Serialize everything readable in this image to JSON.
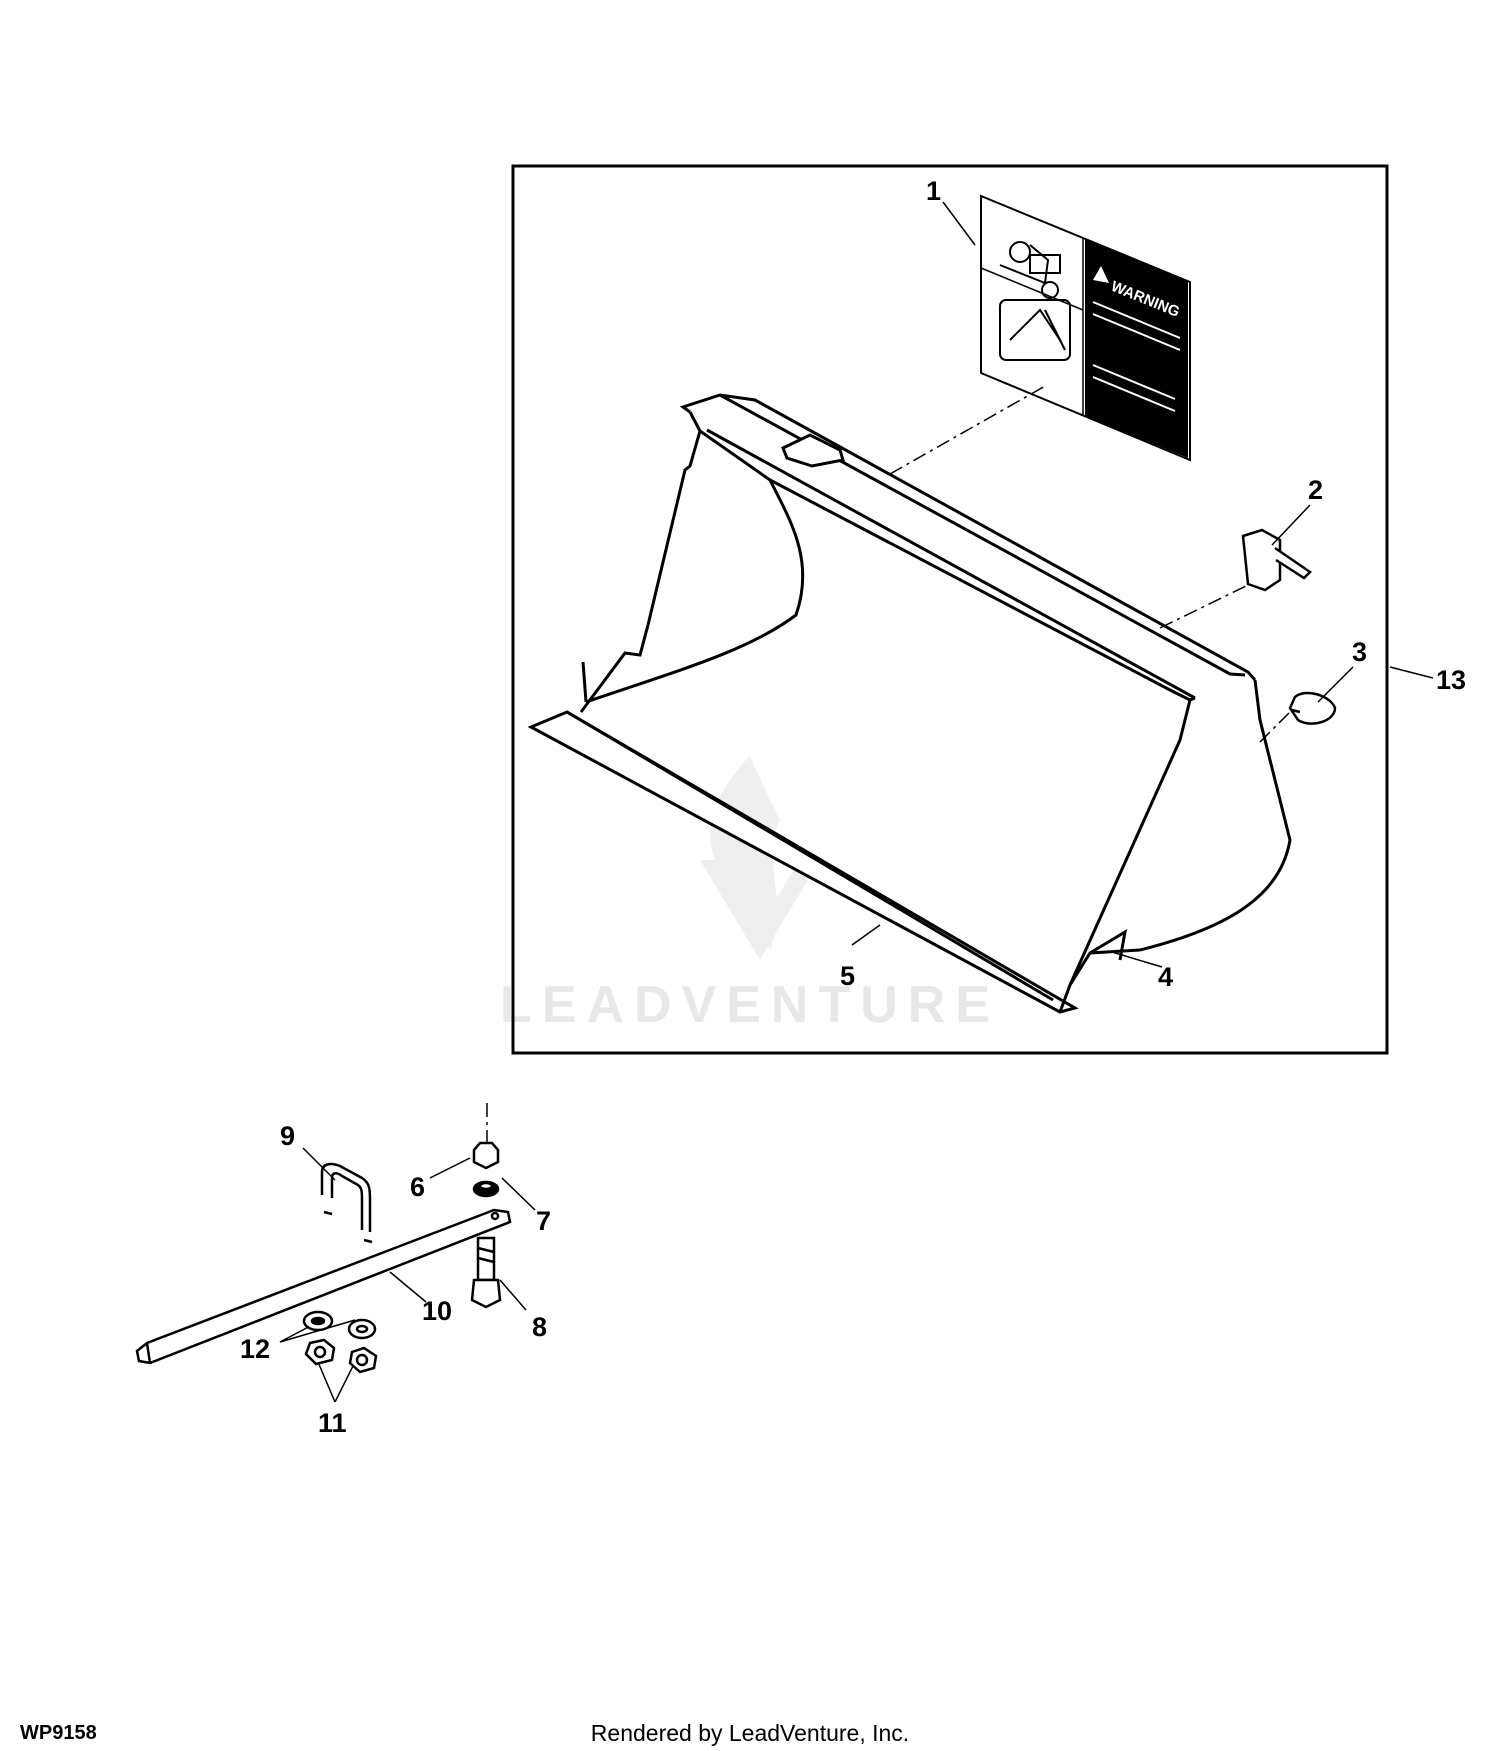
{
  "callouts": {
    "c1": "1",
    "c2": "2",
    "c3": "3",
    "c4": "4",
    "c5": "5",
    "c6": "6",
    "c7": "7",
    "c8": "8",
    "c9": "9",
    "c10": "10",
    "c11": "11",
    "c12": "12",
    "c13": "13"
  },
  "decal": {
    "title": "WARNING"
  },
  "watermark": {
    "text": "LEADVENTURE"
  },
  "footer": {
    "figure_id": "WP9158",
    "rendered_by": "Rendered by LeadVenture, Inc."
  }
}
